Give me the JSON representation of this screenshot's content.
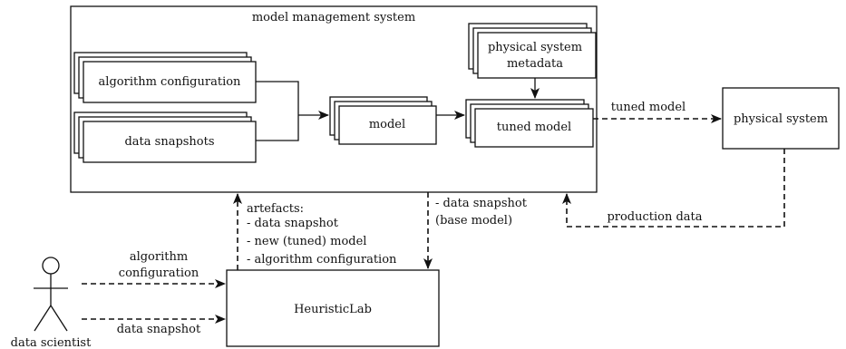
{
  "diagram": {
    "mms_title": "model management system",
    "algorithm_configuration": "algorithm configuration",
    "data_snapshots": "data snapshots",
    "model": "model",
    "psm_line1": "physical system",
    "psm_line2": "metadata",
    "tuned_model": "tuned model",
    "physical_system": "physical system",
    "heuristiclab": "HeuristicLab",
    "data_scientist": "data scientist",
    "edge_tuned_model": "tuned model",
    "edge_production_data": "production data",
    "artefacts": [
      "artefacts:",
      "- data snapshot",
      "- new (tuned) model",
      "- algorithm configuration"
    ],
    "request": [
      "- data snapshot",
      "(base model)"
    ],
    "ds_to_hl_config": [
      "algorithm",
      "configuration"
    ],
    "ds_to_hl_snapshot": "data snapshot"
  }
}
